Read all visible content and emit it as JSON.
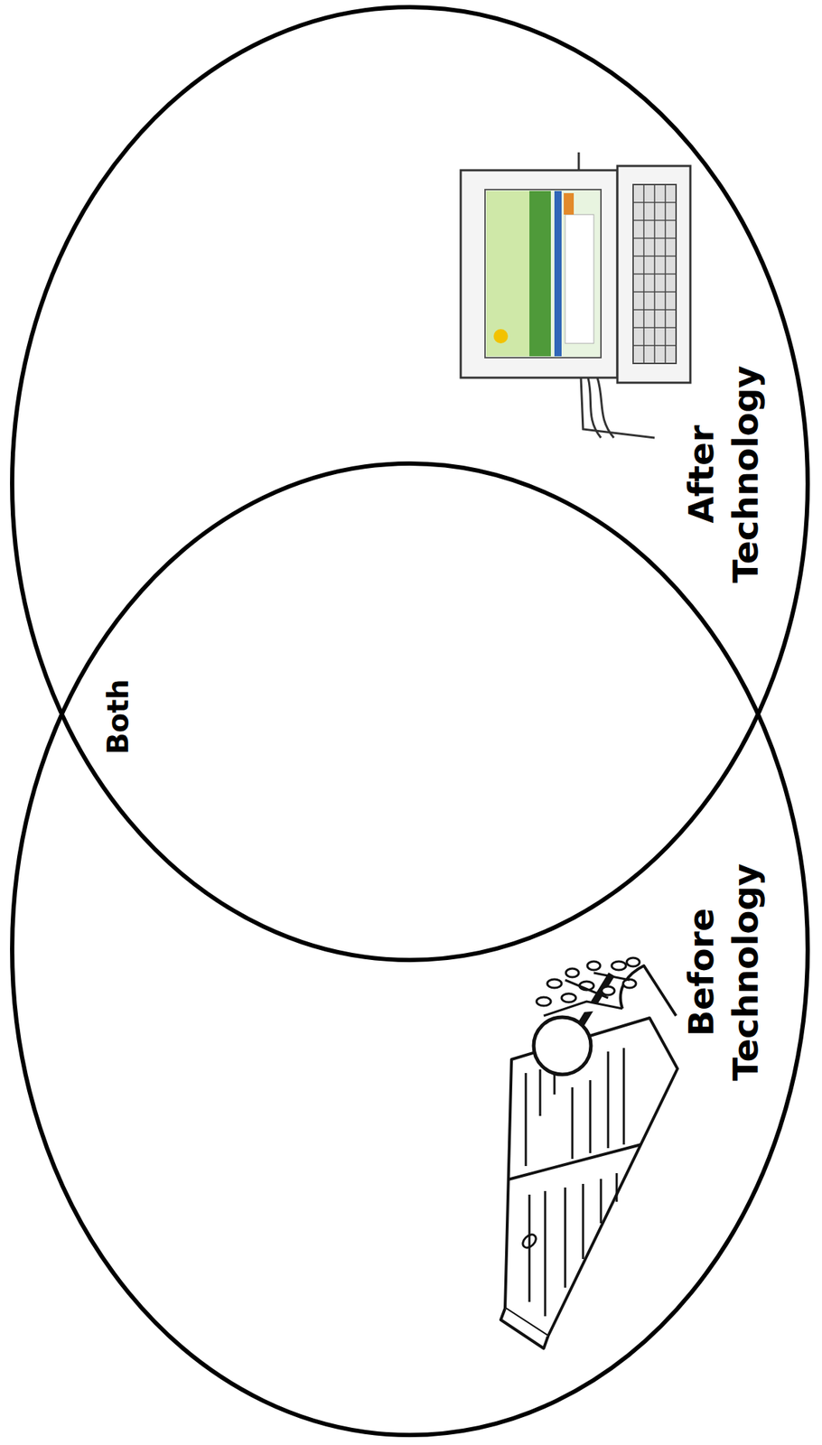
{
  "diagram": {
    "nodes": [
      {
        "text": [
          "After Technology"
        ]
      },
      {
        "text": [
          "Before Technology"
        ]
      }
    ],
    "labels": [
      "Both"
    ]
  }
}
